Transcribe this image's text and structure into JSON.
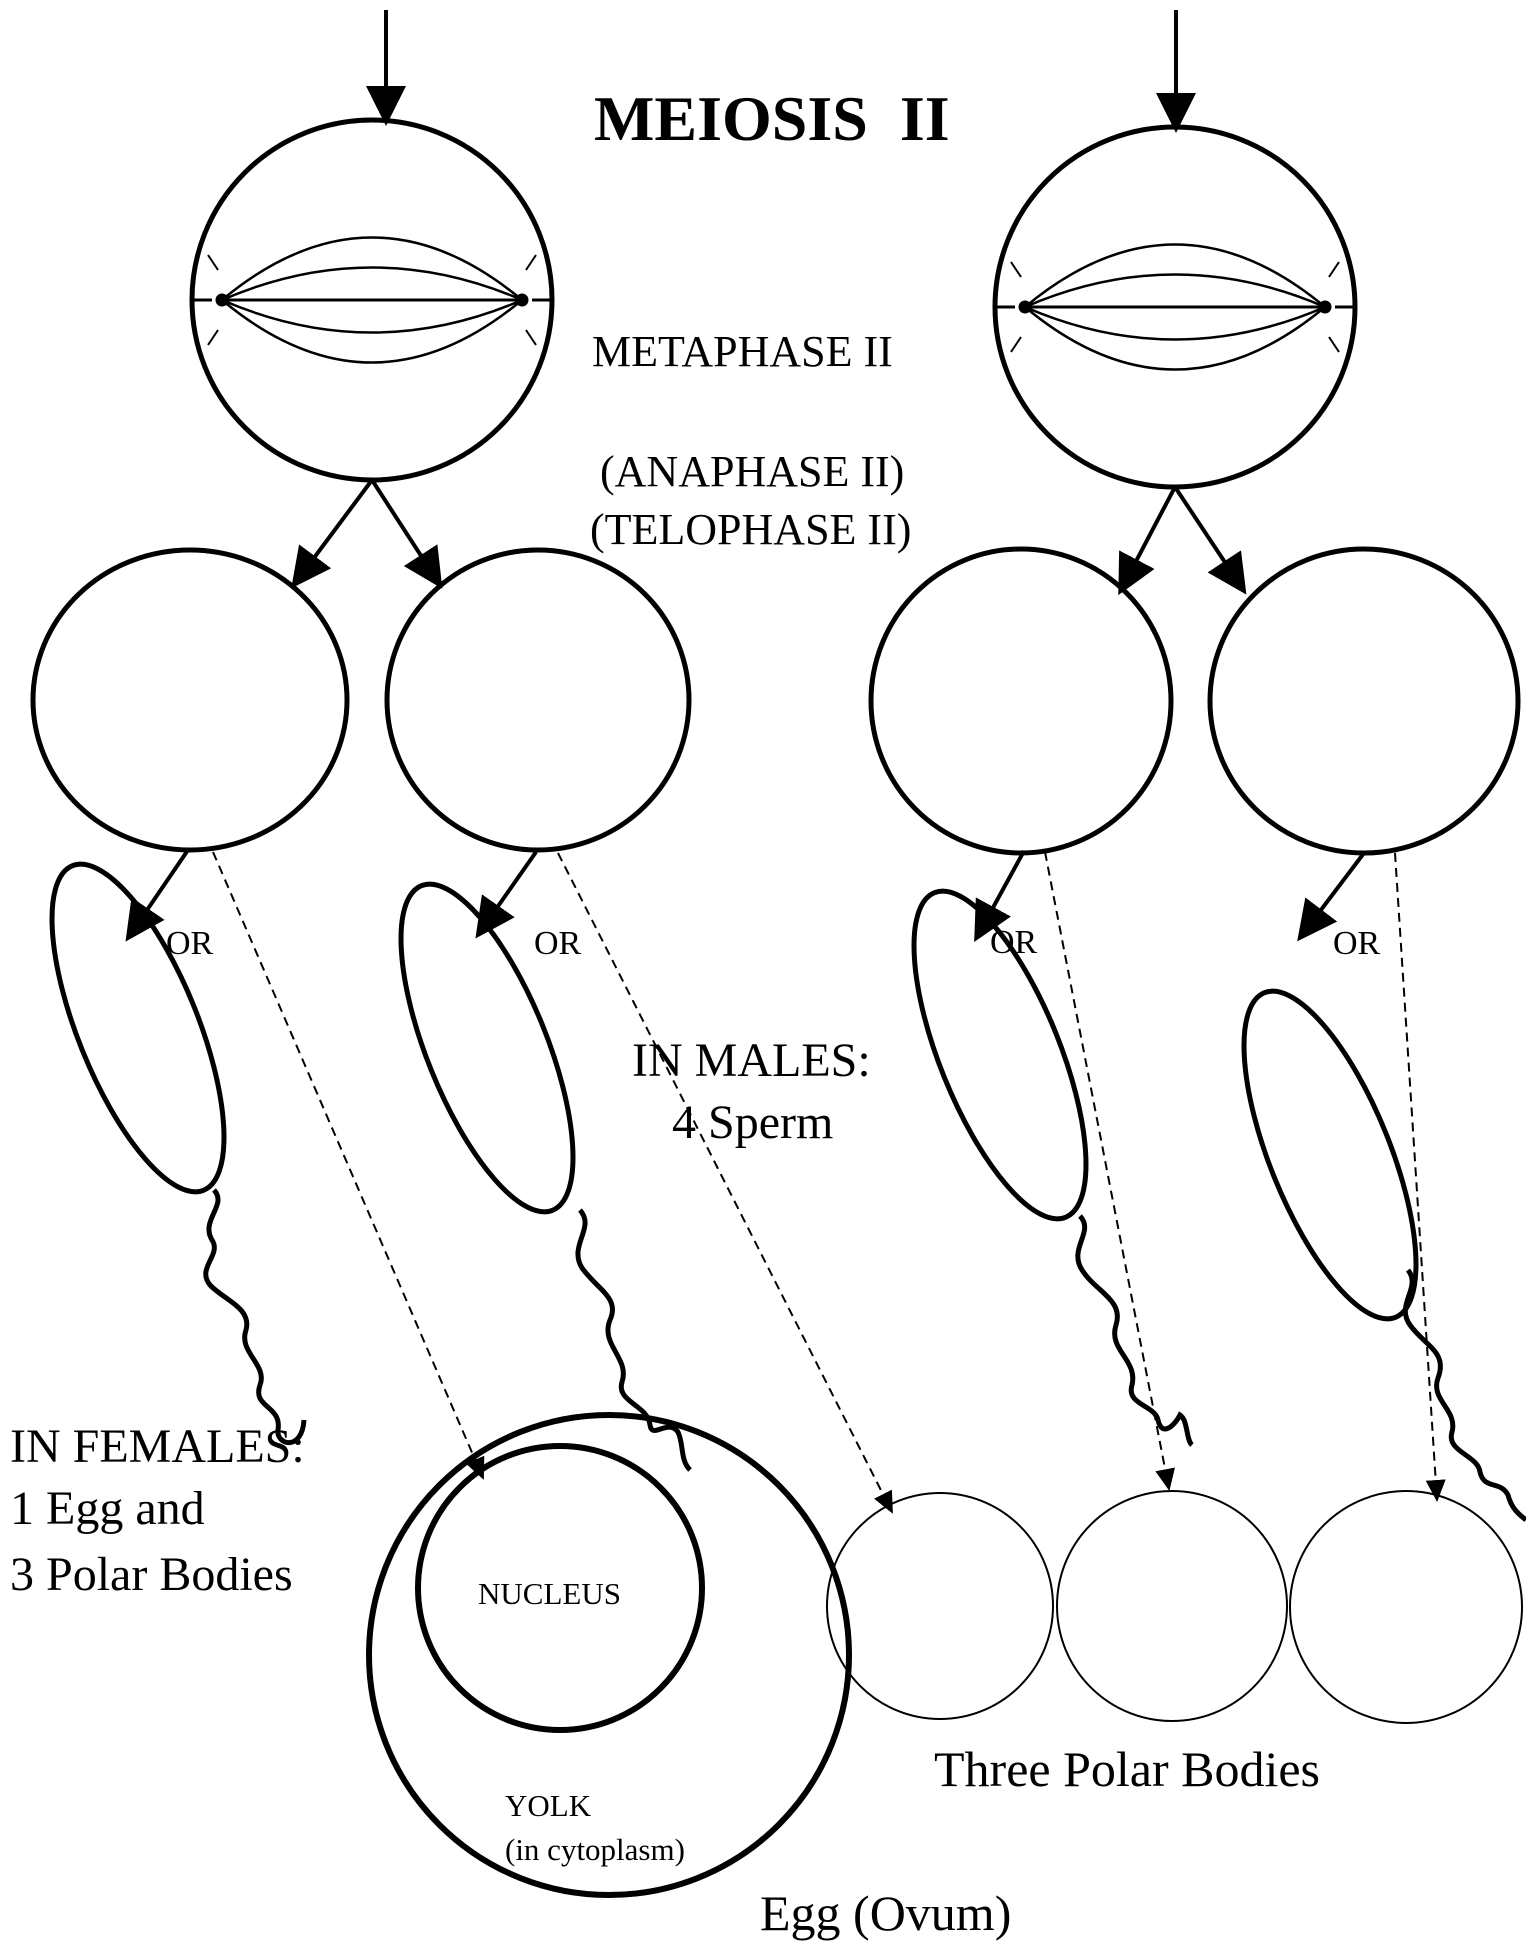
{
  "title": "MEIOSIS  II",
  "labels": {
    "metaphase": "METAPHASE II",
    "anaphase": "(ANAPHASE II)",
    "telophase": "(TELOPHASE II)",
    "or": "OR",
    "males_line1": "IN MALES:",
    "males_line2": "4 Sperm",
    "females_line1": "IN FEMALES:",
    "females_line2": "1 Egg and",
    "females_line3": "3 Polar Bodies",
    "nucleus": "NUCLEUS",
    "yolk_line1": "YOLK",
    "yolk_line2": "(in cytoplasm)",
    "polar_bodies": "Three Polar Bodies",
    "egg": "Egg (Ovum)"
  },
  "colors": {
    "ink": "#000000",
    "paper": "#ffffff"
  }
}
